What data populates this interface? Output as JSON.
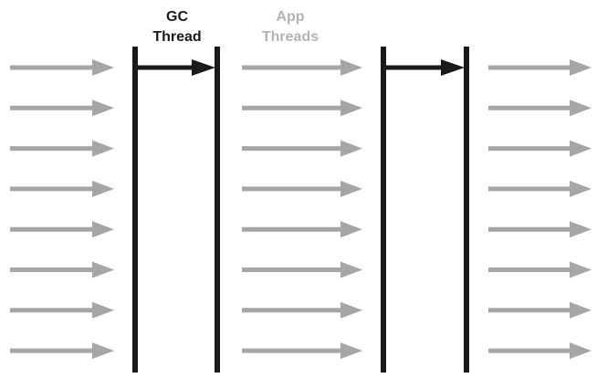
{
  "labels": {
    "gc_line1": "GC",
    "gc_line2": "Thread",
    "app_line1": "App",
    "app_line2": "Threads"
  },
  "colors": {
    "background": "#ffffff",
    "gc_label": "#1a1a1a",
    "app_label": "#b3b3b3",
    "thread_line": "#1a1a1a",
    "app_arrow": "#a6a6a6",
    "gc_arrow": "#1a1a1a"
  },
  "diagram": {
    "app_thread_count": 8,
    "app_thread_groups": 3,
    "gc_pauses": 2
  }
}
